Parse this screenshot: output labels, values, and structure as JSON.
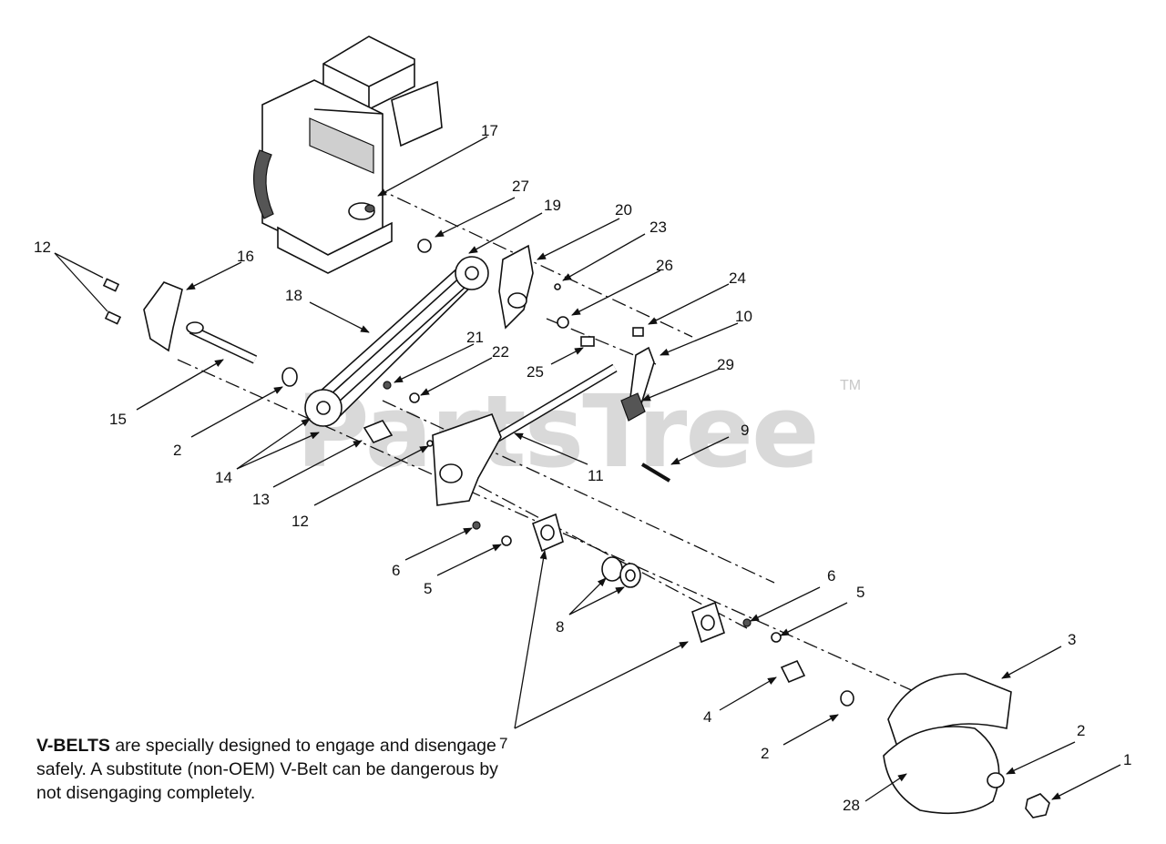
{
  "watermark": {
    "text": "PartsTree",
    "tm": "TM"
  },
  "note": {
    "heading": "V-BELTS",
    "body": " are specially designed to engage and disengage safely. A substitute (non-OEM) V-Belt can be dangerous by not disengaging completely."
  },
  "callouts": [
    "1",
    "2",
    "2",
    "2",
    "3",
    "4",
    "5",
    "5",
    "6",
    "6",
    "7",
    "8",
    "9",
    "10",
    "11",
    "12",
    "12",
    "13",
    "14",
    "15",
    "16",
    "17",
    "18",
    "19",
    "20",
    "21",
    "22",
    "23",
    "24",
    "25",
    "26",
    "27",
    "28",
    "29"
  ]
}
